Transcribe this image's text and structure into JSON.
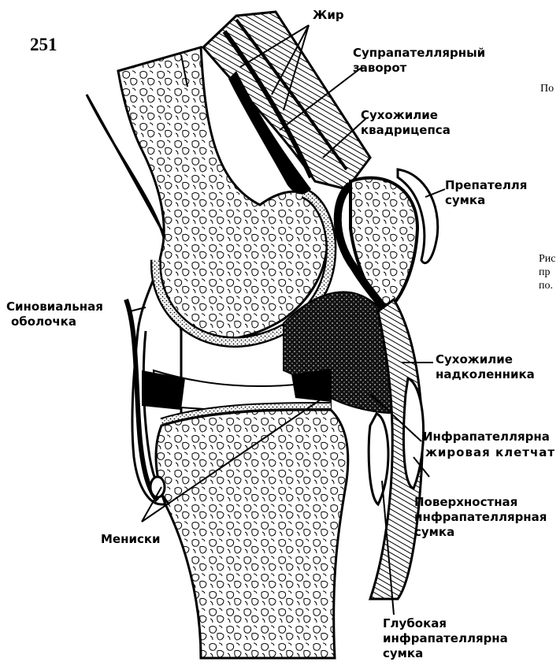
{
  "page_number": "251",
  "labels": {
    "fat": "Жир",
    "suprapatellar_1": "Супрапателлярный",
    "suprapatellar_2": "заворот",
    "quadriceps_1": "Сухожилие",
    "quadriceps_2": "квадрицепса",
    "prepatellar_1": "Препателля",
    "prepatellar_2": "сумка",
    "synovial_1": "Синовиальная",
    "synovial_2": "оболочка",
    "patellar_tendon_1": "Сухожилие",
    "patellar_tendon_2": "надколенника",
    "infrapatellar_fat_1": "Инфрапателлярна",
    "infrapatellar_fat_2": "жировая клетчат",
    "menisci": "Мениски",
    "superficial_1": "Поверхностная",
    "superficial_2": "инфрапателлярная",
    "superficial_3": "сумка",
    "deep_1": "Глубокая",
    "deep_2": "инфрапателлярна",
    "deep_3": "сумка"
  },
  "side_text": {
    "line1": "По",
    "line2": "Рис",
    "line3": "пр",
    "line4": "по."
  }
}
